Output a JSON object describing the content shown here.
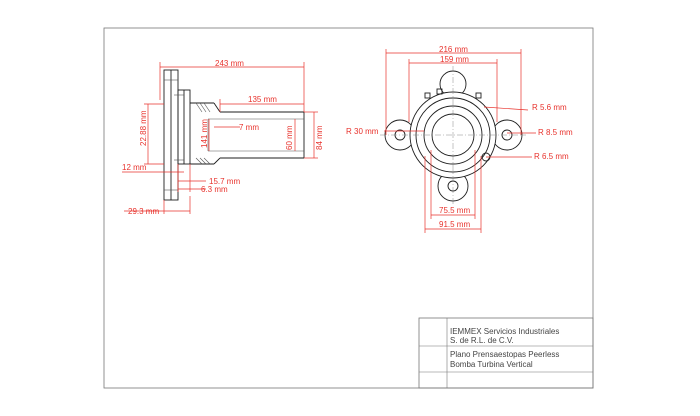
{
  "title_block": {
    "company_line1": "IEMMEX Servicios Industriales",
    "company_line2": "S. de R.L. de C.V.",
    "drawing_line1": "Plano Prensaestopas Peerless",
    "drawing_line2": "Bomba Turbina Vertical"
  },
  "side_view": {
    "dims": {
      "overall_length": "243 mm",
      "tube_length": "135 mm",
      "flange_height": "22.88 mm",
      "tube_inner": "141 mm",
      "gap": "7 mm",
      "tube_bore": "60 mm",
      "tube_outer": "84 mm",
      "left_edge": "12 mm",
      "step1": "15.7 mm",
      "step2": "6.3 mm",
      "flange_thickness": "29.3 mm"
    }
  },
  "front_view": {
    "dims": {
      "bolt_span": "216 mm",
      "body_width": "159 mm",
      "r_small": "R 5.6 mm",
      "r_outer": "R 30 mm",
      "r_hole": "R 8.5 mm",
      "r_notch": "R 6.5 mm",
      "bore_width": "75.5 mm",
      "hub_width": "91.5 mm"
    }
  },
  "colors": {
    "dimension": "#e8322c",
    "outline": "#1e1e1e",
    "frame": "#666666"
  }
}
